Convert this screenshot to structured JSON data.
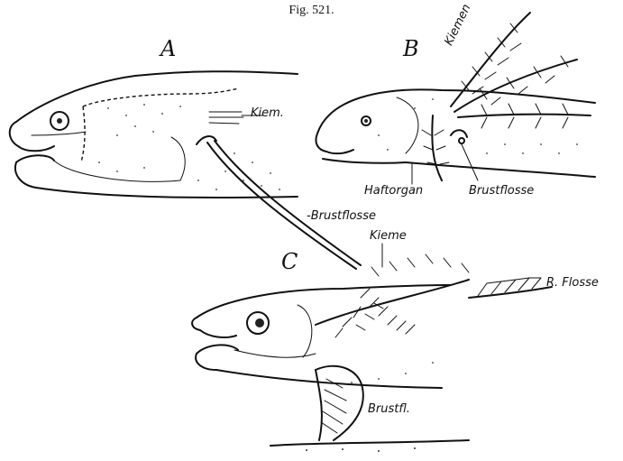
{
  "figure": {
    "title": "Fig. 521.",
    "panels": [
      {
        "letter": "A",
        "labels": [
          "Kiem.",
          "-Brustflosse"
        ]
      },
      {
        "letter": "B",
        "labels": [
          "Kiemen",
          "Haftorgan",
          "Brustflosse"
        ]
      },
      {
        "letter": "C",
        "labels": [
          "Kieme",
          "R. Flosse",
          "Brustfl."
        ]
      }
    ]
  }
}
